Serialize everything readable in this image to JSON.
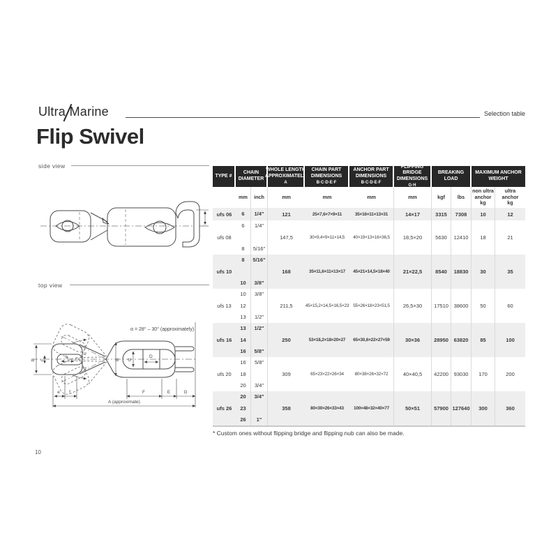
{
  "page": {
    "brand": {
      "logo_prefix": "Ultra",
      "logo_suffix": "Marine"
    },
    "header_right": "Selection table",
    "title": "Flip Swivel",
    "page_number": "10",
    "footnote": "* Custom ones without flipping bridge and flipping nub can also be made."
  },
  "colors": {
    "header_bg": "#272727",
    "header_text": "#ffffff",
    "row_alt_bg": "#eeeeee",
    "grid_line": "#dadada",
    "text": "#3a3a3a"
  },
  "drawings": {
    "side_view_label": "side view",
    "top_view_label": "top view",
    "side_view": {
      "h": "H"
    },
    "top_view": {
      "alpha_note": "α = 28° – 30° (approximately)",
      "a_dim": "A (approximate)",
      "b": "b",
      "c": "c",
      "b_inner": "b",
      "B": "B",
      "C": "C",
      "D": "D",
      "E": "E",
      "F": "F",
      "G": "G",
      "e": "e",
      "f": "f",
      "alpha1": "α",
      "alpha2": "α"
    }
  },
  "table": {
    "columns": [
      {
        "label": "TYPE #",
        "sub": ""
      },
      {
        "label": "CHAIN DIAMETER",
        "sub": ""
      },
      {
        "label": "WHOLE LENGTH APPROXIMATELY",
        "sub": "A"
      },
      {
        "label": "CHAIN PART DIMENSIONS",
        "sub": "B·C·D·E·F"
      },
      {
        "label": "ANCHOR PART DIMENSIONS",
        "sub": "B·C·D·E·F"
      },
      {
        "label": "FLIPPING BRIDGE DIMENSIONS",
        "sub": "G·H"
      },
      {
        "label": "BREAKING LOAD",
        "sub": ""
      },
      {
        "label": "MAXIMUM ANCHOR WEIGHT",
        "sub": ""
      }
    ],
    "units": [
      [
        ""
      ],
      [
        "mm"
      ],
      [
        "inch"
      ],
      [
        "mm"
      ],
      [
        "mm"
      ],
      [
        "mm"
      ],
      [
        "mm"
      ],
      [
        "kgf"
      ],
      [
        "lbs"
      ],
      [
        "non ultra",
        "anchor",
        "kg"
      ],
      [
        "ultra",
        "anchor",
        "kg"
      ]
    ],
    "rows": [
      {
        "type": "ufs 06",
        "shaded": true,
        "chains": [
          [
            "6",
            "1/4\""
          ]
        ],
        "a": "121",
        "chain_part": "25×7,6×7×9×11",
        "anchor_part": "35×16×11×13×31",
        "flip": "14×17",
        "kgf": "3315",
        "lbs": "7308",
        "non_ultra": "10",
        "ultra": "12"
      },
      {
        "type": "ufs 08",
        "shaded": false,
        "chains": [
          [
            "6",
            "1/4\""
          ],
          [
            "8",
            "5/16\""
          ]
        ],
        "a": "147,5",
        "chain_part": "30×9,4×9×11×14,5",
        "anchor_part": "40×19×13×16×36,5",
        "flip": "18,5×20",
        "kgf": "5630",
        "lbs": "12410",
        "non_ultra": "18",
        "ultra": "21"
      },
      {
        "type": "ufs 10",
        "shaded": true,
        "chains": [
          [
            "8",
            "5/16\""
          ],
          [
            "10",
            "3/8\""
          ]
        ],
        "a": "168",
        "chain_part": "35×11,6×11×13×17",
        "anchor_part": "45×21×14,5×18×40",
        "flip": "21×22,5",
        "kgf": "8540",
        "lbs": "18830",
        "non_ultra": "30",
        "ultra": "35"
      },
      {
        "type": "ufs 13",
        "shaded": false,
        "chains": [
          [
            "10",
            "3/8\""
          ],
          [
            "12",
            ""
          ],
          [
            "13",
            "1/2\""
          ]
        ],
        "a": "211,5",
        "chain_part": "45×15,2×14,5×16,5×23",
        "anchor_part": "55×26×18×23×51,5",
        "flip": "26,5×30",
        "kgf": "17510",
        "lbs": "38600",
        "non_ultra": "50",
        "ultra": "60"
      },
      {
        "type": "ufs 16",
        "shaded": true,
        "chains": [
          [
            "13",
            "1/2\""
          ],
          [
            "14",
            ""
          ],
          [
            "16",
            "5/8\""
          ]
        ],
        "a": "250",
        "chain_part": "53×18,2×18×20×27",
        "anchor_part": "65×30,6×22×27×59",
        "flip": "30×36",
        "kgf": "28950",
        "lbs": "63820",
        "non_ultra": "85",
        "ultra": "100"
      },
      {
        "type": "ufs 20",
        "shaded": false,
        "chains": [
          [
            "16",
            "5/8\""
          ],
          [
            "18",
            ""
          ],
          [
            "20",
            "3/4\""
          ]
        ],
        "a": "309",
        "chain_part": "65×23×22×26×34",
        "anchor_part": "80×38×26×32×72",
        "flip": "40×40,5",
        "kgf": "42200",
        "lbs": "93030",
        "non_ultra": "170",
        "ultra": "200"
      },
      {
        "type": "ufs 26",
        "shaded": true,
        "chains": [
          [
            "20",
            "3/4\""
          ],
          [
            "23",
            ""
          ],
          [
            "26",
            "1\""
          ]
        ],
        "a": "358",
        "chain_part": "80×30×26×33×43",
        "anchor_part": "100×48×32×40×77",
        "flip": "50×51",
        "kgf": "57900",
        "lbs": "127640",
        "non_ultra": "300",
        "ultra": "360"
      }
    ]
  }
}
